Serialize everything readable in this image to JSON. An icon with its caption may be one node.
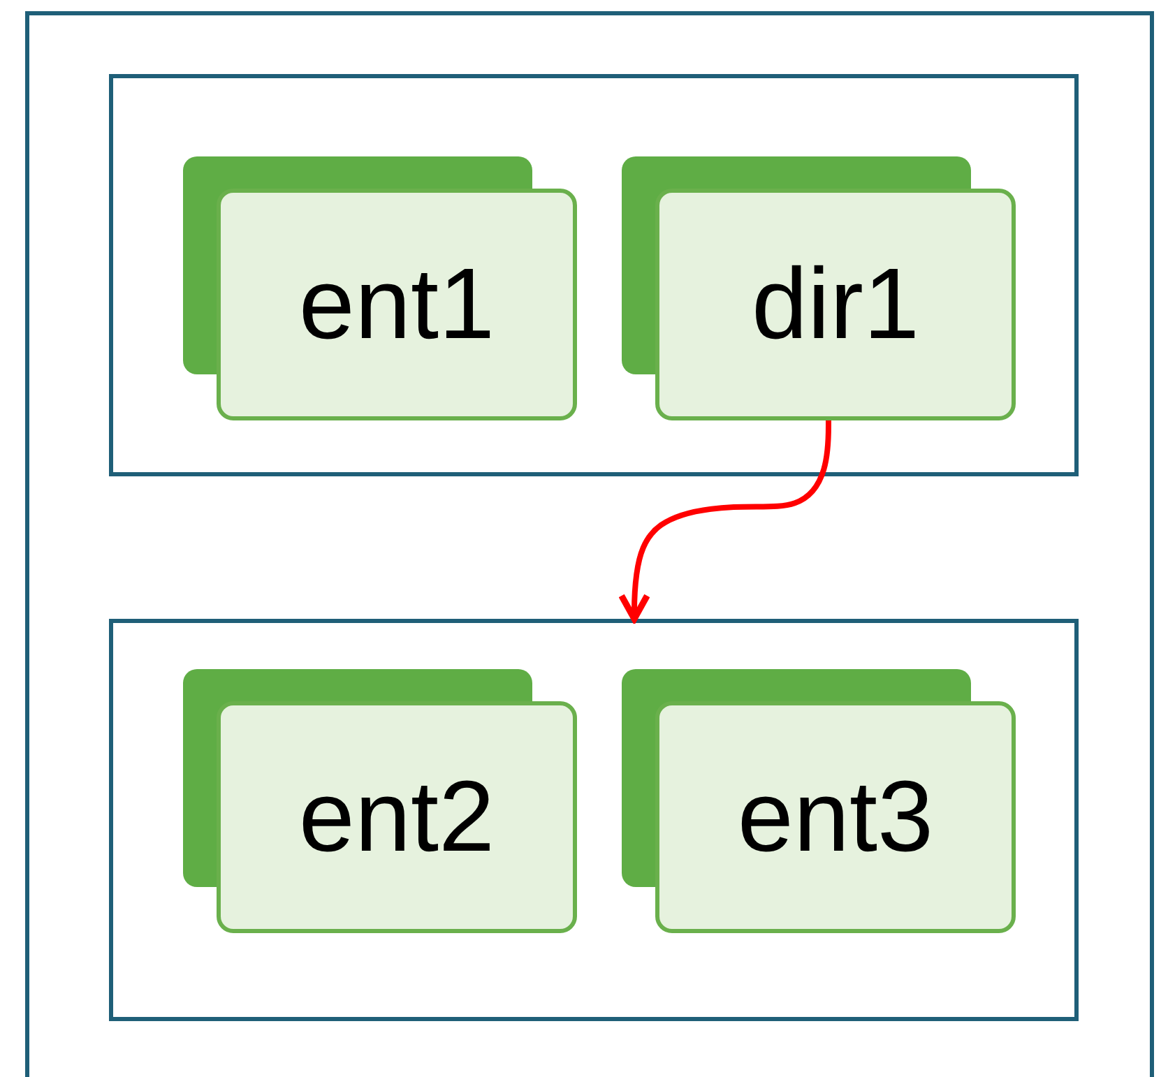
{
  "diagram": {
    "nodes": [
      {
        "text": [],
        "shape": "box"
      },
      {
        "text": [],
        "shape": "box",
        "in": 0
      },
      {
        "text": [
          "ent1"
        ],
        "in": 1
      },
      {
        "text": [
          "dir1"
        ],
        "in": 1
      },
      {
        "text": [],
        "shape": "box",
        "in": 0
      },
      {
        "text": [
          "ent2"
        ],
        "in": 4
      },
      {
        "text": [
          "ent3"
        ],
        "in": 4
      }
    ],
    "edges": [
      {
        "from": 3,
        "to": 4,
        "arrow": "to",
        "color": "#ff0000"
      }
    ]
  }
}
